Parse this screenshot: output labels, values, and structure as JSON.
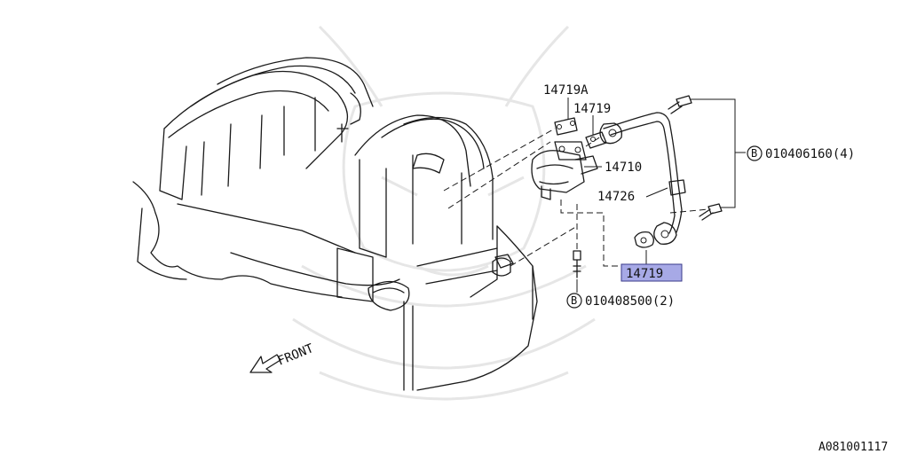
{
  "labels": {
    "p14719A": "14719A",
    "p14719_top": "14719",
    "p14710": "14710",
    "p14726": "14726",
    "p14719_hl": "14719",
    "bolt_upper": "010406160(4)",
    "bolt_lower": "010408500(2)",
    "front": "FRONT",
    "ref": "A081001117"
  },
  "badge_letter": "B",
  "colors": {
    "line": "#1a1a1a",
    "highlight": "#a7a9e6",
    "watermark": "#e6e6e6"
  }
}
